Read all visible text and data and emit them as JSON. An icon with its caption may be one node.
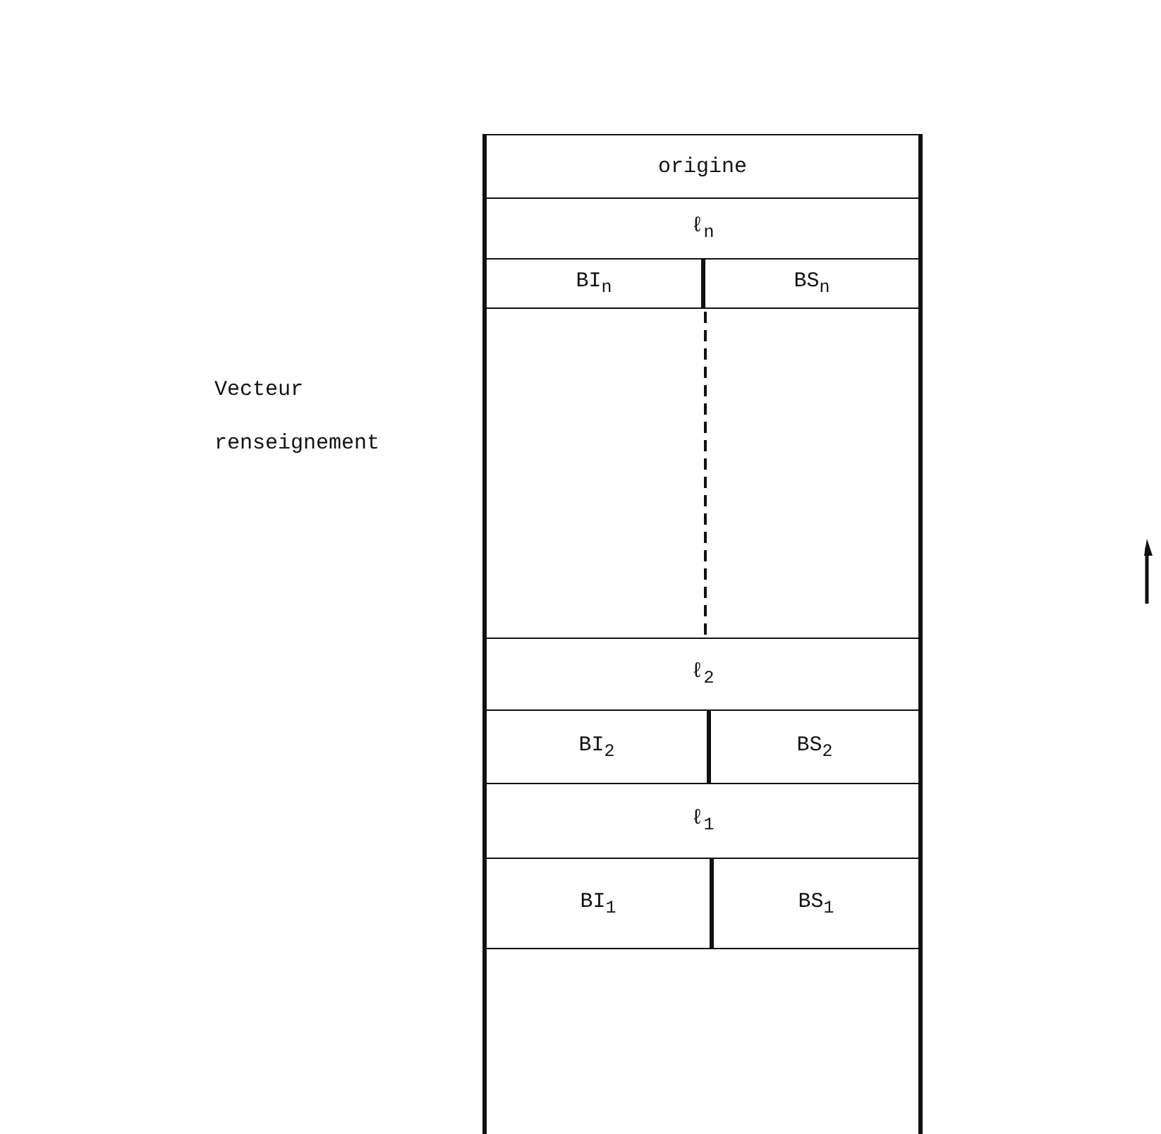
{
  "diagram": {
    "nodes": [
      {
        "text": [
          "origine"
        ]
      },
      {
        "text": [
          "ℓ$_{n}$"
        ]
      },
      {
        "text": [
          "BI$_{n}$"
        ]
      },
      {
        "text": [
          "BS$_{n}$"
        ]
      },
      {
        "text": [],
        "shape": "box"
      },
      {
        "text": [
          "ℓ$_{2}$"
        ]
      },
      {
        "text": [
          "BI$_{2}$"
        ]
      },
      {
        "text": [
          "BS$_{2}$"
        ]
      },
      {
        "text": [
          "ℓ$_{1}$"
        ]
      },
      {
        "text": [
          "BI$_{1}$"
        ]
      },
      {
        "text": [
          "BS$_{1}$"
        ]
      },
      {
        "text": [],
        "shape": "box"
      }
    ],
    "edges": [],
    "labels": [
      "Vecteur renseignement"
    ]
  }
}
